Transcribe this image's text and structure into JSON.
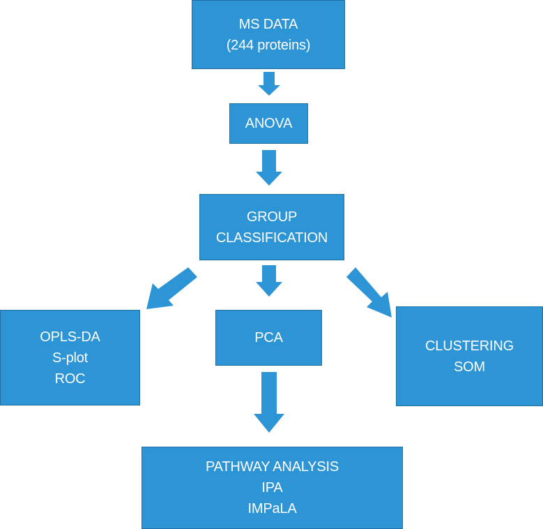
{
  "colors": {
    "box_fill": "#2d95d5",
    "box_border": "#1f6fa3",
    "arrow": "#2d95d5",
    "text": "#ffffff",
    "background": "#ffffff"
  },
  "nodes": {
    "ms_data": {
      "lines": [
        "MS DATA",
        "(244 proteins)"
      ]
    },
    "anova": {
      "lines": [
        "ANOVA"
      ]
    },
    "group_classification": {
      "lines": [
        "GROUP",
        "CLASSIFICATION"
      ]
    },
    "opls_da": {
      "lines": [
        "OPLS-DA",
        "S-plot",
        "ROC"
      ]
    },
    "pca": {
      "lines": [
        "PCA"
      ]
    },
    "clustering": {
      "lines": [
        "CLUSTERING",
        "SOM"
      ]
    },
    "pathway_analysis": {
      "lines": [
        "PATHWAY ANALYSIS",
        "IPA",
        "IMPaLA"
      ]
    }
  },
  "edges": [
    {
      "from": "ms_data",
      "to": "anova"
    },
    {
      "from": "anova",
      "to": "group_classification"
    },
    {
      "from": "group_classification",
      "to": "opls_da"
    },
    {
      "from": "group_classification",
      "to": "pca"
    },
    {
      "from": "group_classification",
      "to": "clustering"
    },
    {
      "from": "pca",
      "to": "pathway_analysis"
    }
  ]
}
